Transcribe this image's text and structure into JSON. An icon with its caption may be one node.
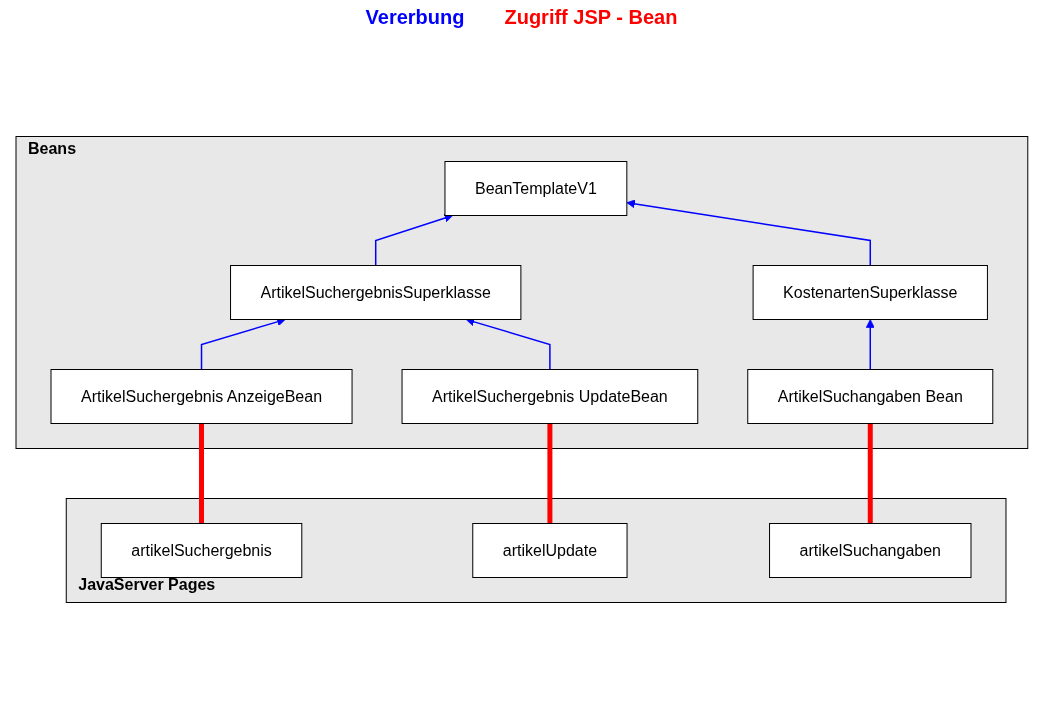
{
  "diagram": {
    "nodes": [
      {
        "text": [
          "Beans"
        ]
      },
      {
        "text": [
          "BeanTemplateV1"
        ],
        "in": 0
      },
      {
        "text": [
          "ArtikelSuchergebnisSuperklasse"
        ],
        "in": 0
      },
      {
        "text": [
          "KostenartenSuperklasse"
        ],
        "in": 0
      },
      {
        "text": [
          "ArtikelSuchergebnis AnzeigeBean"
        ],
        "in": 0
      },
      {
        "text": [
          "ArtikelSuchergebnis UpdateBean"
        ],
        "in": 0
      },
      {
        "text": [
          "ArtikelSuchangaben Bean"
        ],
        "in": 0
      },
      {
        "text": [
          "JavaServer Pages"
        ]
      },
      {
        "text": [
          "artikelSuchergebnis"
        ],
        "in": 7
      },
      {
        "text": [
          "artikelUpdate"
        ],
        "in": 7
      },
      {
        "text": [
          "artikelSuchangaben"
        ],
        "in": 7
      }
    ],
    "edges": [
      {
        "from": 2,
        "to": 1,
        "arrow": "to"
      },
      {
        "from": 3,
        "to": 1,
        "arrow": "to"
      },
      {
        "from": 4,
        "to": 2,
        "arrow": "to"
      },
      {
        "from": 5,
        "to": 2,
        "arrow": "to"
      },
      {
        "from": 6,
        "to": 3,
        "arrow": "to"
      },
      {
        "from": 8,
        "to": 4,
        "arrow": "none",
        "style": "thick",
        "color": "#ff0000"
      },
      {
        "from": 9,
        "to": 5,
        "arrow": "none",
        "style": "thick",
        "color": "#ff0000"
      },
      {
        "from": 10,
        "to": 6,
        "arrow": "none",
        "style": "thick",
        "color": "#ff0000"
      }
    ],
    "labels": [
      "Vererbung",
      "Zugriff JSP - Bean"
    ]
  }
}
